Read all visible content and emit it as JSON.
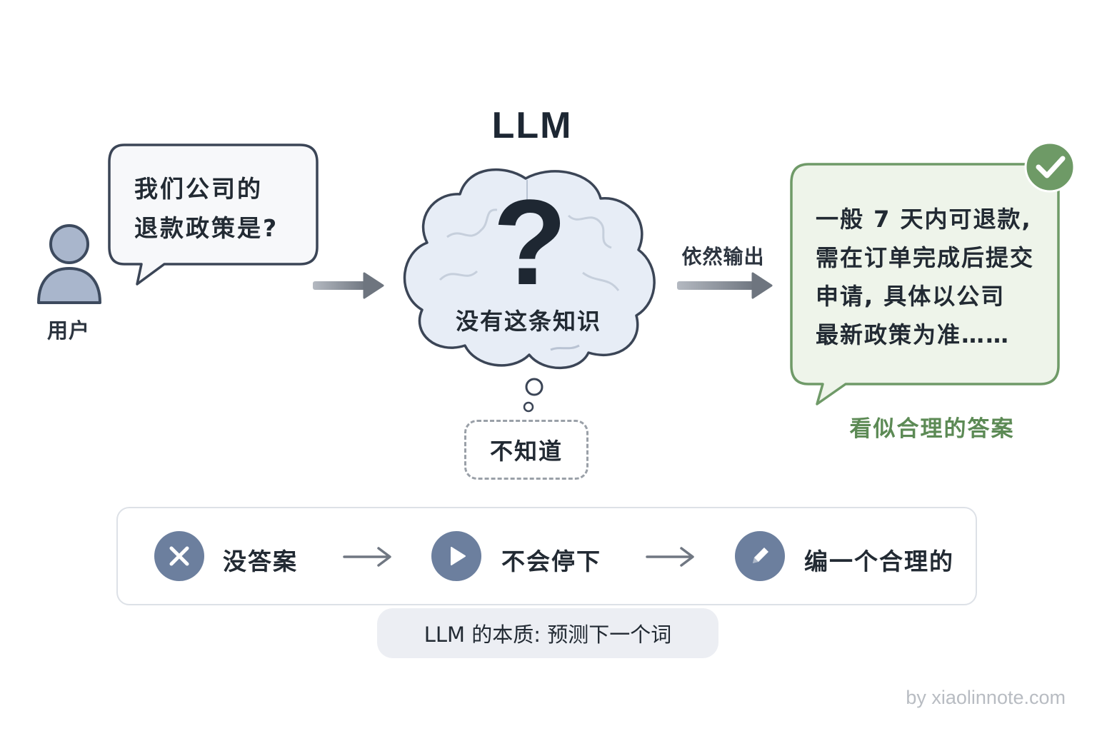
{
  "user": {
    "label": "用户"
  },
  "question": {
    "lines": [
      "我们公司的",
      "退款政策是?"
    ]
  },
  "llm": {
    "title": "LLM",
    "question_mark": "?",
    "caption": "没有这条知识",
    "thought": "不知道"
  },
  "arrow_label": "依然输出",
  "answer": {
    "lines": [
      "一般 7 天内可退款,",
      "需在订单完成后提交",
      "申请, 具体以公司",
      "最新政策为准……"
    ],
    "caption": "看似合理的答案"
  },
  "flow": {
    "steps": [
      {
        "label": "没答案",
        "icon": "x-icon"
      },
      {
        "label": "不会停下",
        "icon": "play-icon"
      },
      {
        "label": "编一个合理的",
        "icon": "pencil-icon"
      }
    ]
  },
  "essence": "LLM 的本质: 预测下一个词",
  "watermark": "by xiaolinnote.com",
  "colors": {
    "accent_blue": "#6c7f9e",
    "green": "#5c8a55",
    "dark": "#222a33"
  }
}
